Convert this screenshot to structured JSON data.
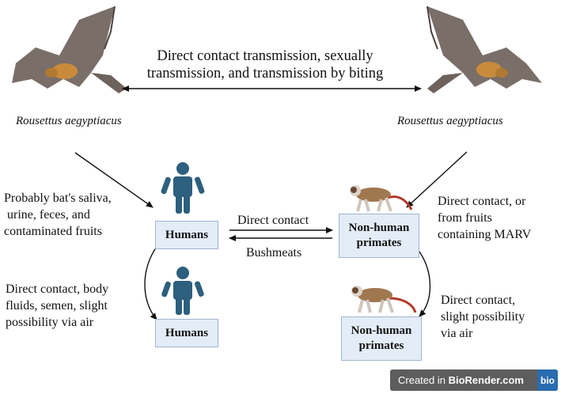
{
  "title": "Direct contact transmission, sexually transmission, and transmission by biting",
  "species": {
    "left": "Rousettus aegyptiacus",
    "right": "Rousettus aegyptiacus"
  },
  "labels": {
    "bat_to_human": "Probably bat's saliva,\n urine, feces, and\ncontaminated fruits",
    "bat_to_primate": "Direct contact, or\nfrom fruits\ncontaining MARV",
    "human_to_human": "Direct contact, body\nfluids, semen, slight\npossibility via air",
    "primate_to_primate": "Direct contact,\nslight possibility\nvia air",
    "primate_to_human": "Direct contact",
    "human_to_primate": "Bushmeats"
  },
  "nodes": {
    "humans_top": "Humans",
    "humans_bottom": "Humans",
    "primates_top": "Non-human\nprimates",
    "primates_bottom": "Non-human\nprimates"
  },
  "badge": {
    "prefix": "Created in ",
    "brand": "BioRender.com",
    "logo": "bio"
  },
  "colors": {
    "bat_wing": "#7a6e69",
    "bat_body": "#c98a3c",
    "human_icon": "#2d5f7e",
    "box_fill": "#e3ecf7",
    "monkey_fur": "#a07850",
    "monkey_tail": "#b23a2a"
  }
}
